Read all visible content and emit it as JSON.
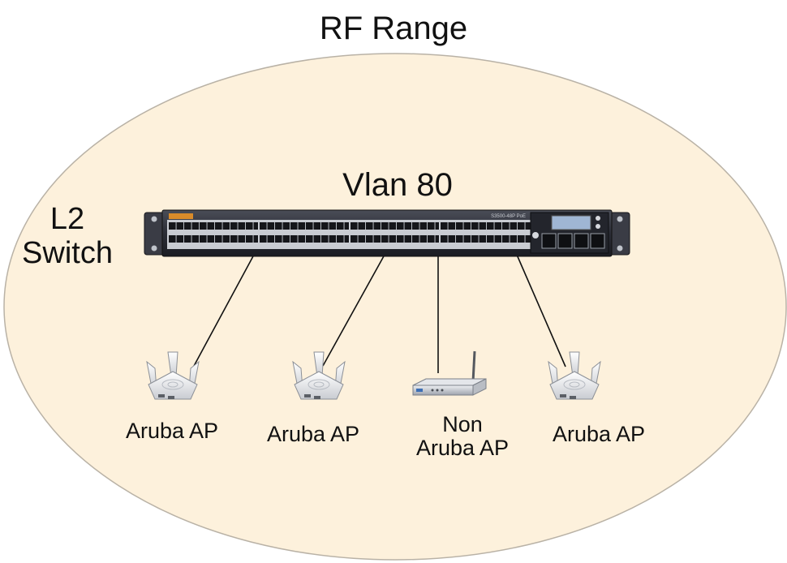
{
  "title": "RF Range",
  "vlan_label": "Vlan 80",
  "switch_label": {
    "line1": "L2",
    "line2": "Switch"
  },
  "access_points": [
    {
      "kind": "aruba",
      "label": "Aruba AP"
    },
    {
      "kind": "aruba",
      "label": "Aruba AP"
    },
    {
      "kind": "non-aruba",
      "line1": "Non",
      "line2": "Aruba AP"
    },
    {
      "kind": "aruba",
      "label": "Aruba AP"
    }
  ],
  "switch_model": "S3500-48P PoE",
  "colors": {
    "range_fill": "#fdf1dc",
    "range_stroke": "#b9b2a6",
    "switch_body": "#2b2d36",
    "line": "#111111"
  }
}
